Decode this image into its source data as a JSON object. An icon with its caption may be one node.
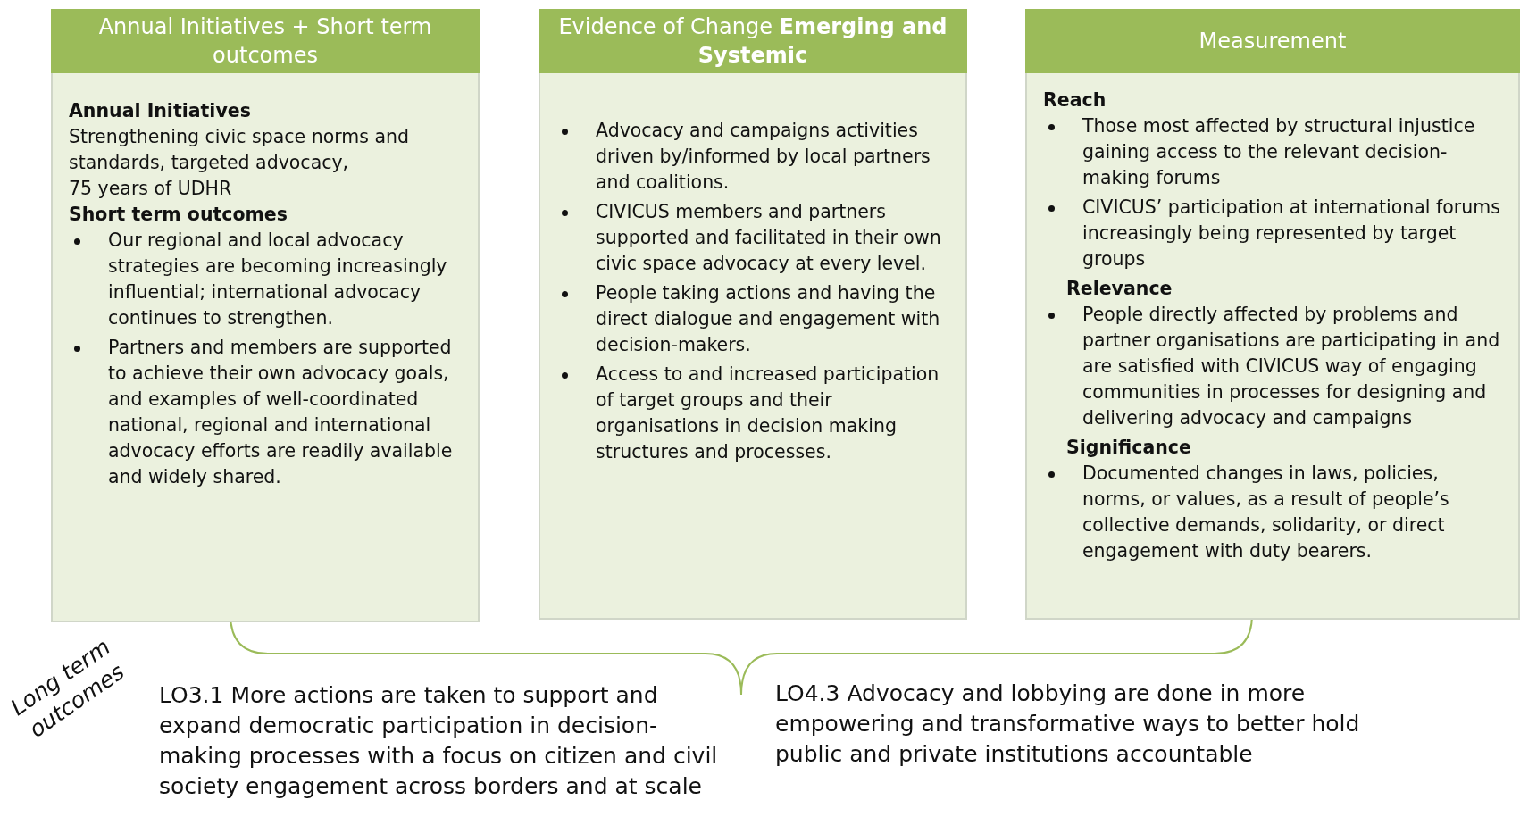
{
  "diagram": {
    "nodes": [
      {
        "text": [
          "Annual Initiatives + Short term outcomes",
          "Annual Initiatives",
          "Strengthening civic space norms and standards, targeted advocacy,",
          "75 years of UDHR",
          "Short term outcomes",
          "Our regional and local advocacy strategies are becoming increasingly influential; international advocacy continues to strengthen.",
          "Partners and members are supported to achieve their own advocacy goals, and examples of well-coordinated national, regional and international advocacy efforts are readily available and widely shared."
        ]
      },
      {
        "text": [
          "Evidence of Change **Emerging and Systemic**",
          "Advocacy and campaigns activities driven by/informed by local partners and coalitions.",
          "CIVICUS members and partners supported and facilitated in their own civic space advocacy at every level.",
          "People taking actions and having the direct dialogue and engagement with decision-makers.",
          "Access to and increased participation of  target groups and their organisations in decision making structures and processes."
        ]
      },
      {
        "text": [
          "Measurement",
          "Reach",
          "Those most affected by structural injustice gaining access to the relevant decision-making forums",
          "CIVICUS’ participation at international forums increasingly being represented by target groups",
          "Relevance",
          "People directly affected by problems and partner organisations are participating in and are satisfied with CIVICUS way of engaging communities in processes for designing and delivering advocacy and campaigns",
          "Significance",
          "Documented changes in laws, policies, norms, or values, as a result of people’s collective demands, solidarity, or direct engagement with duty bearers."
        ]
      }
    ],
    "labels": [
      "Long term outcomes",
      "LO3.1 More actions are taken to support and expand democratic participation in decision-making processes with a focus on citizen and civil society engagement across borders and at scale",
      "LO4.3 Advocacy and lobbying are done in more empowering and transformative ways to better hold public and private institutions accountable"
    ]
  }
}
